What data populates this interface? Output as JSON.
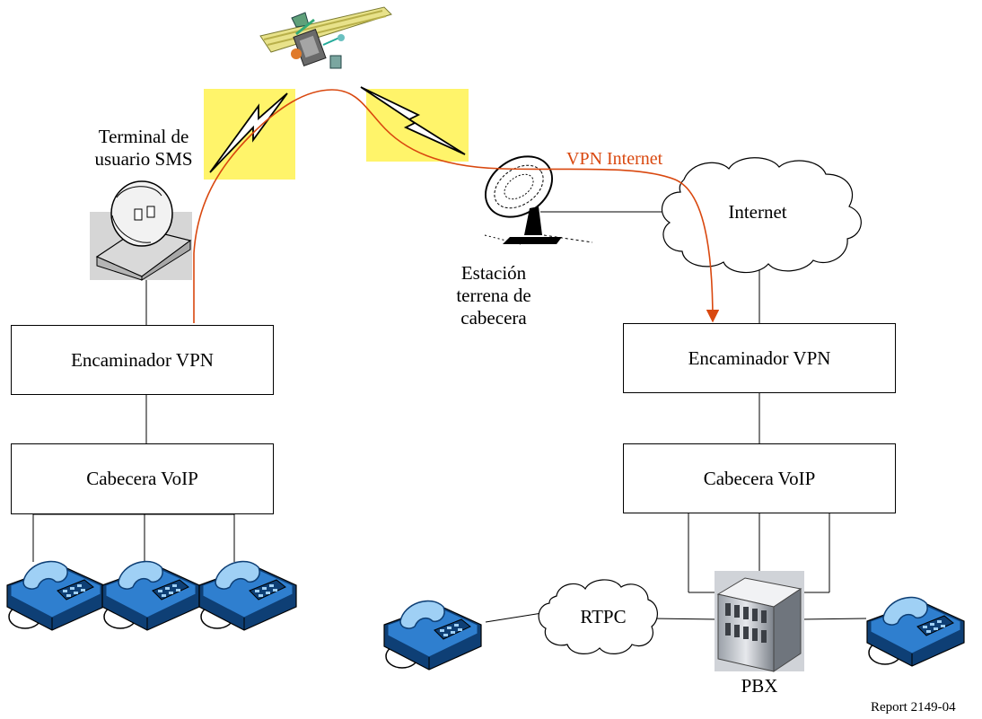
{
  "colors": {
    "link_path": "#d9480f",
    "flash_bg": "#fff46a",
    "phone_body": "#2f7fcf",
    "phone_dark": "#0e3f75",
    "phone_light": "#9fd0f5"
  },
  "labels": {
    "sms_terminal": [
      "Terminal de",
      "usuario SMS"
    ],
    "earth_station": [
      "Estación",
      "terrena de",
      "cabecera"
    ],
    "vpn_internet": "VPN Internet",
    "internet": "Internet",
    "router_left": "Encaminador VPN",
    "router_right": "Encaminador VPN",
    "voip_left": "Cabecera VoIP",
    "voip_right": "Cabecera VoIP",
    "pstn": "RTPC",
    "pbx": "PBX",
    "report": "Report 2149-04"
  },
  "icons": {
    "satellite": "satellite-icon",
    "dish_terminal": "user-terminal-dish-icon",
    "earth_station": "earth-station-dish-icon",
    "phone": "desk-phone-icon",
    "pbx": "pbx-cabinet-icon",
    "cloud": "cloud-icon"
  }
}
